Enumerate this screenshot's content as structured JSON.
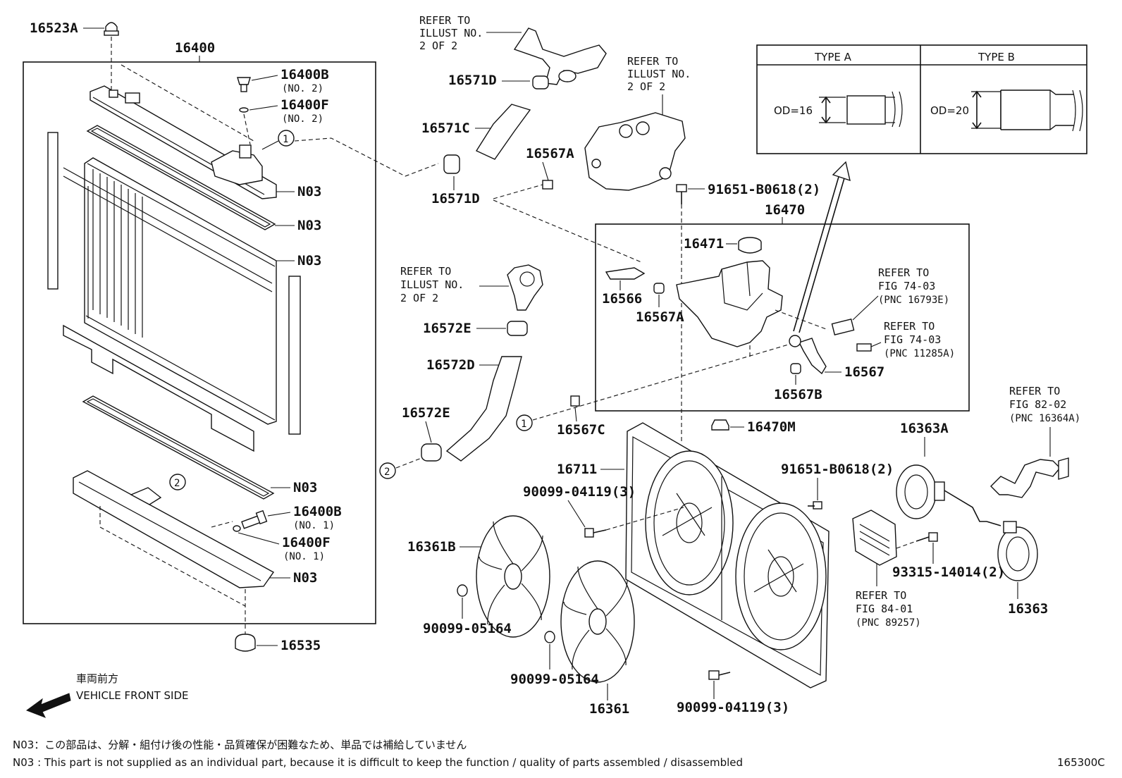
{
  "part_numbers": {
    "p16523A": "16523A",
    "p16400": "16400",
    "p16400B_top": "16400B",
    "p16400F_top": "16400F",
    "no2_a": "(NO. 2)",
    "no2_b": "(NO. 2)",
    "n03_1": "N03",
    "n03_2": "N03",
    "n03_3": "N03",
    "n03_4": "N03",
    "n03_5": "N03",
    "p16400B_bot": "16400B",
    "no1_a": "(NO. 1)",
    "p16400F_bot": "16400F",
    "no1_b": "(NO. 1)",
    "p16535": "16535",
    "p16571D_top": "16571D",
    "p16571C": "16571C",
    "p16571D_bot": "16571D",
    "p16567A_top": "16567A",
    "p91651_top": "91651-B0618(2)",
    "p16470": "16470",
    "p16471": "16471",
    "p16566": "16566",
    "p16567A_mid": "16567A",
    "p16567": "16567",
    "p16567B": "16567B",
    "p16572E_top": "16572E",
    "p16572D": "16572D",
    "p16572E_bot": "16572E",
    "p16567C": "16567C",
    "p16470M": "16470M",
    "p16711": "16711",
    "p90099_04119_top": "90099-04119(3)",
    "p16361B": "16361B",
    "p90099_05164_a": "90099-05164",
    "p90099_05164_b": "90099-05164",
    "p16361": "16361",
    "p90099_04119_bot": "90099-04119(3)",
    "p91651_mid": "91651-B0618(2)",
    "p16363A": "16363A",
    "p93315": "93315-14014(2)",
    "p16363": "16363",
    "callout_1a": "1",
    "callout_1b": "1",
    "callout_2a": "2",
    "callout_2b": "2"
  },
  "refer_notes": {
    "illust_top": [
      "REFER TO",
      "ILLUST NO.",
      "2 OF 2"
    ],
    "illust_right": [
      "REFER TO",
      "ILLUST NO.",
      "2 OF 2"
    ],
    "illust_mid": [
      "REFER TO",
      "ILLUST NO.",
      "2 OF 2"
    ],
    "fig_74_03_a": [
      "REFER TO",
      "FIG 74-03",
      "(PNC 16793E)"
    ],
    "fig_74_03_b": [
      "REFER TO",
      "FIG 74-03",
      "(PNC 11285A)"
    ],
    "fig_82_02": [
      "REFER TO",
      "FIG 82-02",
      "(PNC 16364A)"
    ],
    "fig_84_01": [
      "REFER TO",
      "FIG 84-01",
      "(PNC 89257)"
    ]
  },
  "type_table": {
    "type_a": "TYPE A",
    "type_b": "TYPE B",
    "od_a": "OD=16",
    "od_b": "OD=20"
  },
  "vehicle_front": {
    "jp": "車両前方",
    "en": "VEHICLE FRONT SIDE"
  },
  "footnotes": {
    "jp": "N03：この部品は、分解・組付け後の性能・品質確保が困難なため、単品では補給していません",
    "en": "N03 : This part is not supplied as an individual part, because it is difficult to keep the function / quality of parts assembled / disassembled"
  },
  "figure_code": "165300C"
}
